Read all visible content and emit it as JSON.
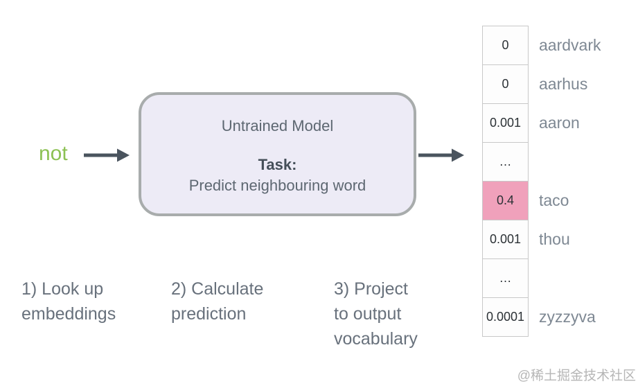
{
  "diagram": {
    "input_word": "not",
    "model_box": {
      "title": "Untrained Model",
      "task_label": "Task:",
      "task_description": "Predict neighbouring word"
    },
    "steps": [
      "1) Look up\nembeddings",
      "2) Calculate\nprediction",
      "3) Project\nto output\nvocabulary"
    ]
  },
  "vocab_table": {
    "rows": [
      {
        "value": "0",
        "word": "aardvark",
        "highlighted": false
      },
      {
        "value": "0",
        "word": "aarhus",
        "highlighted": false
      },
      {
        "value": "0.001",
        "word": "aaron",
        "highlighted": false
      },
      {
        "value": "…",
        "word": "",
        "highlighted": false
      },
      {
        "value": "0.4",
        "word": "taco",
        "highlighted": true
      },
      {
        "value": "0.001",
        "word": "thou",
        "highlighted": false
      },
      {
        "value": "…",
        "word": "",
        "highlighted": false
      },
      {
        "value": "0.0001",
        "word": "zyzzyva",
        "highlighted": false
      }
    ]
  },
  "watermark": "@稀土掘金技术社区",
  "colors": {
    "input_word_green": "#8cc153",
    "arrow_gray": "#4a545e",
    "model_box_fill": "#edebf6",
    "model_box_border": "#a8acac",
    "highlight_pink": "#f0a1bb",
    "cell_border": "#c8c8c8",
    "label_gray": "#7e8893"
  }
}
